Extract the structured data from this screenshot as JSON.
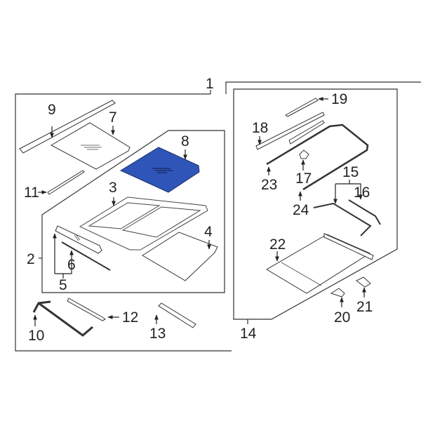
{
  "diagram": {
    "type": "exploded-parts-diagram",
    "subject": "sunroof assembly",
    "highlight_color": "#2f55b8",
    "highlighted_part": "8",
    "callouts": [
      {
        "id": "1",
        "label": "1"
      },
      {
        "id": "2",
        "label": "2"
      },
      {
        "id": "3",
        "label": "3"
      },
      {
        "id": "4",
        "label": "4"
      },
      {
        "id": "5",
        "label": "5"
      },
      {
        "id": "6",
        "label": "6"
      },
      {
        "id": "7",
        "label": "7"
      },
      {
        "id": "8",
        "label": "8"
      },
      {
        "id": "9",
        "label": "9"
      },
      {
        "id": "10",
        "label": "10"
      },
      {
        "id": "11",
        "label": "11"
      },
      {
        "id": "12",
        "label": "12"
      },
      {
        "id": "13",
        "label": "13"
      },
      {
        "id": "14",
        "label": "14"
      },
      {
        "id": "15",
        "label": "15"
      },
      {
        "id": "16",
        "label": "16"
      },
      {
        "id": "17",
        "label": "17"
      },
      {
        "id": "18",
        "label": "18"
      },
      {
        "id": "19",
        "label": "19"
      },
      {
        "id": "20",
        "label": "20"
      },
      {
        "id": "21",
        "label": "21"
      },
      {
        "id": "22",
        "label": "22"
      },
      {
        "id": "23",
        "label": "23"
      },
      {
        "id": "24",
        "label": "24"
      }
    ]
  }
}
